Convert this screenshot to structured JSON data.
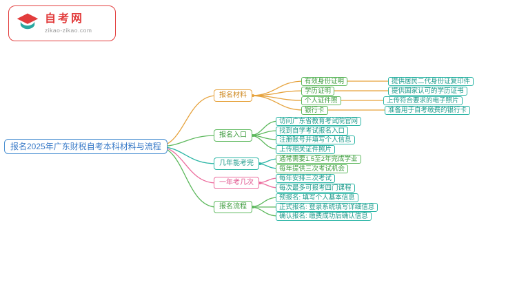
{
  "site": {
    "logo_text": "自考网",
    "logo_url": "zikao-zikao.com"
  },
  "colors": {
    "root_blue": "#4a90d2",
    "branch_orange": "#e6a23c",
    "branch_green": "#5cb85c",
    "branch_teal": "#2ab5a5",
    "branch_pink": "#ec6a9c",
    "logo_red": "#e23c3c"
  },
  "mindmap": {
    "root": {
      "label": "报名2025年广东财税自考本科材料与流程"
    },
    "branches": [
      {
        "label": "报名材料",
        "color": "#e6a23c",
        "children": [
          {
            "label": "有效身份证明",
            "children": [
              {
                "label": "提供居民二代身份证复印件"
              }
            ]
          },
          {
            "label": "学历证明",
            "children": [
              {
                "label": "提供国家认可的学历证书"
              }
            ]
          },
          {
            "label": "个人证件照",
            "children": [
              {
                "label": "上传符合要求的电子照片"
              }
            ]
          },
          {
            "label": "银行卡",
            "children": [
              {
                "label": "准备用于自考缴费的银行卡"
              }
            ]
          }
        ]
      },
      {
        "label": "报名入口",
        "color": "#5cb85c",
        "children": [
          {
            "label": "访问广东省教育考试院官网"
          },
          {
            "label": "找到自学考试报名入口"
          },
          {
            "label": "注册账号并填写个人信息"
          },
          {
            "label": "上传相关证件照片"
          }
        ]
      },
      {
        "label": "几年能考完",
        "color": "#2ab5a5",
        "children": [
          {
            "label": "通常需要1.5至2年完成学业"
          },
          {
            "label": "每年提供三次考试机会"
          }
        ]
      },
      {
        "label": "一年考几次",
        "color": "#ec6a9c",
        "children": [
          {
            "label": "每年安排三次考试"
          },
          {
            "label": "每次最多可报考四门课程"
          }
        ]
      },
      {
        "label": "报名流程",
        "color": "#5cb85c",
        "children": [
          {
            "label": "预报名: 填写个人基本信息"
          },
          {
            "label": "正式报名: 登录系统填写详细信息"
          },
          {
            "label": "确认报名: 缴费成功后确认信息"
          }
        ]
      }
    ]
  }
}
